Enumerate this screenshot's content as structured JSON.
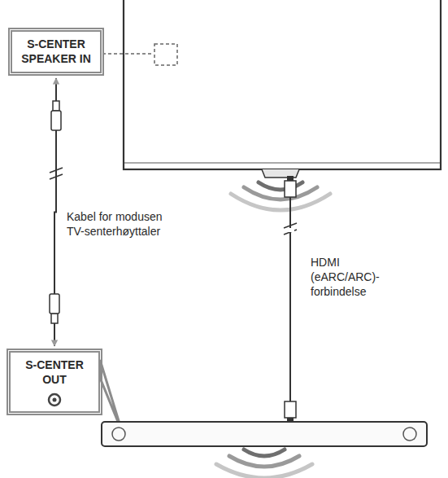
{
  "diagram": {
    "nodes": [
      {
        "text": [
          "S-CENTER SPEAKER IN"
        ]
      },
      {
        "text": [
          "S-CENTER OUT"
        ]
      }
    ],
    "edges": [
      {
        "from": 0,
        "to": 1,
        "arrow": "both",
        "label": "Kabel for modusen TV-senterhøyttaler"
      }
    ],
    "labels": [
      "HDMI (eARC/ARC)-forbindelse"
    ]
  }
}
